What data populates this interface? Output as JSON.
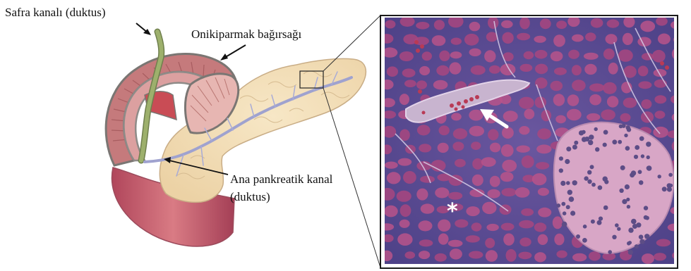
{
  "labels": {
    "bile_duct": "Safra kanalı (duktus)",
    "duodenum": "Onikiparmak bağırsağı",
    "main_duct_line1": "Ana pankreatik kanal",
    "main_duct_line2": "(duktus)"
  },
  "micrograph_marks": {
    "asterisk": "*"
  },
  "colors": {
    "pancreas_fill": "#f1dcb4",
    "pancreas_stroke": "#c9ad86",
    "duodenum_outer": "#b8676a",
    "duodenum_wall": "#8e8b88",
    "duodenum_inner": "#d79999",
    "bile_duct": "#8fa266",
    "pancreatic_duct": "#a7a9d4",
    "tissue_background": "#5a4c94",
    "acini": "#b55388",
    "islet": "#d9a7c7",
    "islet_nuclei": "#5d4d86",
    "frame": "#1a1a1a"
  },
  "icons": {
    "arrow_label": "arrow-icon",
    "arrow_micrograph": "white-arrow-icon"
  }
}
